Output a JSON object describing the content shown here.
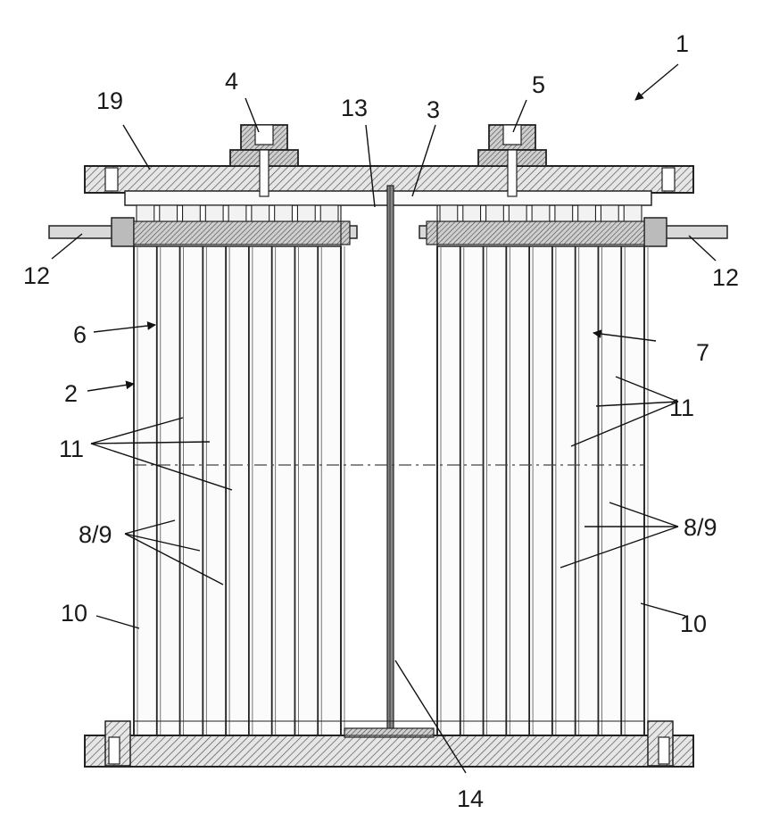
{
  "figure": {
    "labels": [
      {
        "id": "ref-1",
        "text": "1"
      },
      {
        "id": "ref-19",
        "text": "19"
      },
      {
        "id": "ref-4",
        "text": "4"
      },
      {
        "id": "ref-5",
        "text": "5"
      },
      {
        "id": "ref-13",
        "text": "13"
      },
      {
        "id": "ref-3",
        "text": "3"
      },
      {
        "id": "ref-12-left",
        "text": "12"
      },
      {
        "id": "ref-12-right",
        "text": "12"
      },
      {
        "id": "ref-6",
        "text": "6"
      },
      {
        "id": "ref-7",
        "text": "7"
      },
      {
        "id": "ref-2",
        "text": "2"
      },
      {
        "id": "ref-11-left",
        "text": "11"
      },
      {
        "id": "ref-11-right",
        "text": "11"
      },
      {
        "id": "ref-8-9-left",
        "text": "8/9"
      },
      {
        "id": "ref-8-9-right",
        "text": "8/9"
      },
      {
        "id": "ref-10-left",
        "text": "10"
      },
      {
        "id": "ref-10-right",
        "text": "10"
      },
      {
        "id": "ref-14",
        "text": "14"
      }
    ]
  }
}
